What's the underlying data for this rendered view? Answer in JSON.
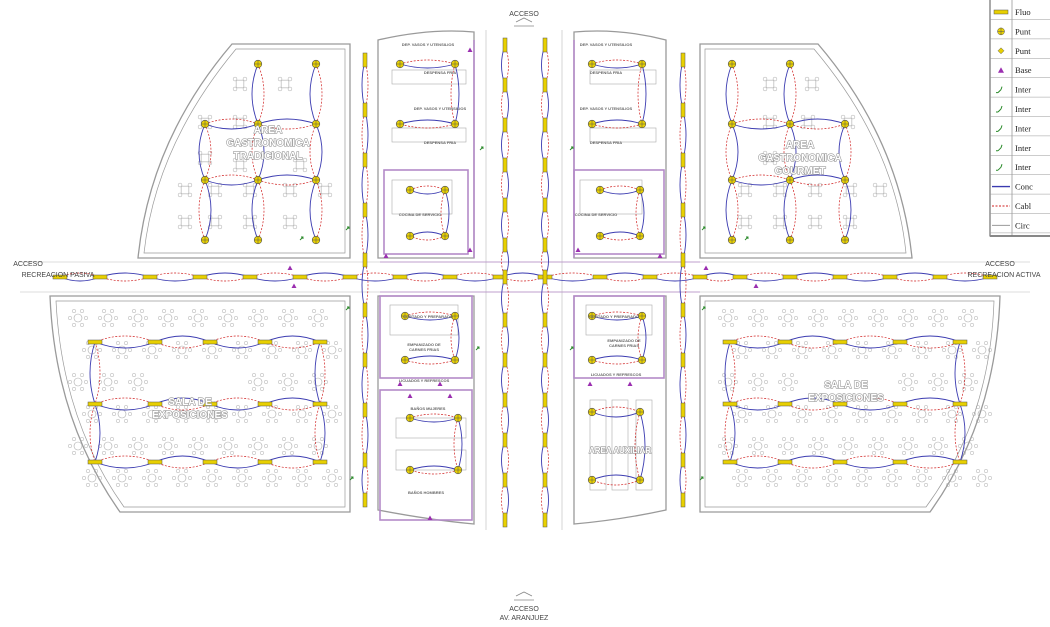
{
  "accesses": {
    "top": "ACCESO",
    "left_line1": "ACCESO",
    "left_line2": "RECREACION PASIVA",
    "right_line1": "ACCESO",
    "right_line2": "RECREACION ACTIVA",
    "bottom_line1": "ACCESO",
    "bottom_line2": "AV. ARANJUEZ"
  },
  "rooms": {
    "tradicional_1": "AREA",
    "tradicional_2": "GASTRONOMICA",
    "tradicional_3": "TRADICIONAL",
    "gourmet_1": "AREA",
    "gourmet_2": "GASTRONOMICA",
    "gourmet_3": "GOURMET",
    "sala_left_1": "SALA DE",
    "sala_left_2": "EXPOSICIONES",
    "sala_right_1": "SALA DE",
    "sala_right_2": "EXPOSICIONES",
    "auxiliar": "AREA AUXILIAR"
  },
  "small_rooms": {
    "dep_vasos_l": "DEP. VASOS Y UTENSILIOS",
    "despensa_fria_l": "DESPENSA FRIA",
    "dep_vasos_l2": "DEP. VASOS Y UTENSILIOS",
    "despensa_fria_l2": "DESPENSA FRIA",
    "cocina_l": "COCINA DE SERVICIO",
    "dep_vasos_r": "DEP. VASOS Y UTENSILIOS",
    "despensa_fria_r": "DESPENSA FRIA",
    "dep_vasos_r2": "DEP. VASOS Y UTENSILIOS",
    "despensa_fria_r2": "DESPENSA FRIA",
    "cocina_r": "COCINA DE SERVICIO",
    "cortado_l": "CORTADO Y PREPARADO",
    "empanizado_l_1": "EMPANIZADO DE",
    "empanizado_l_2": "CARNES FRIAS",
    "licuado_l": "LICUADOS Y REFRESCOS",
    "cortado_r": "CORTADO Y PREPARADO",
    "empanizado_r_1": "EMPANIZADO DE",
    "empanizado_r_2": "CARNES FRIAS",
    "licuado_r": "LICUADOS Y REFRESCOS",
    "banos_mujeres": "BAÑOS MUJERES",
    "banos_hombres": "BAÑOS HOMBRES"
  },
  "legend": {
    "items": [
      {
        "label": "Fluo",
        "icon": "fluorescent-icon"
      },
      {
        "label": "Punt",
        "icon": "light-point-icon"
      },
      {
        "label": "Punt",
        "icon": "light-point-small-icon"
      },
      {
        "label": "Base",
        "icon": "outlet-base-icon"
      },
      {
        "label": "Inter",
        "icon": "switch-simple-icon"
      },
      {
        "label": "Inter",
        "icon": "switch-double-icon"
      },
      {
        "label": "Inter",
        "icon": "switch-triple-icon"
      },
      {
        "label": "Inter",
        "icon": "switch-commuted-icon"
      },
      {
        "label": "Inter",
        "icon": "switch-cross-icon"
      },
      {
        "label": "Conc",
        "icon": "conduit-line-icon"
      },
      {
        "label": "Cabl",
        "icon": "cable-line-icon"
      },
      {
        "label": "Circ",
        "icon": "circuit-line-icon"
      }
    ]
  },
  "colors": {
    "wall": "#9a9a9a",
    "partition": "#b48ac8",
    "conduit": "#3a3ab0",
    "cable": "#d02020",
    "fixture": "#e8d000"
  }
}
